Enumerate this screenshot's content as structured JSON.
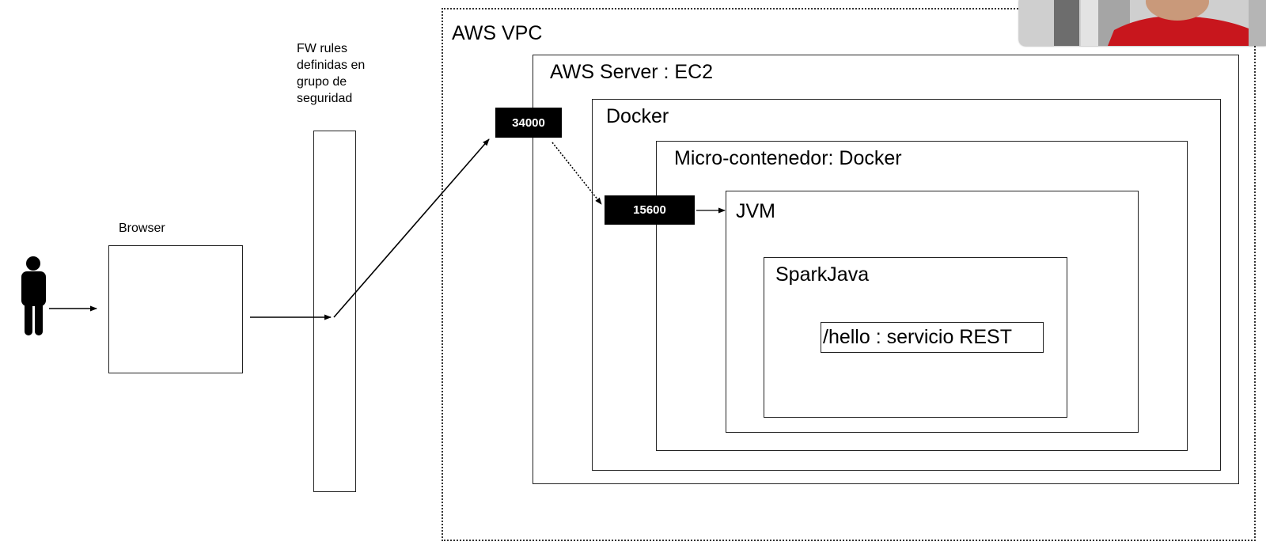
{
  "diagram": {
    "vpc_label": "AWS VPC",
    "ec2_label": "AWS Server : EC2",
    "docker_label": "Docker",
    "micro_label": "Micro-contenedor: Docker",
    "jvm_label": "JVM",
    "spark_label": "SparkJava",
    "service_label": "/hello : servicio REST",
    "browser_label": "Browser",
    "fw_label_lines": [
      "FW rules",
      "definidas en",
      "grupo de",
      "seguridad"
    ],
    "outer_port": "34000",
    "inner_port": "15600"
  },
  "colors": {
    "port_bg": "#000000",
    "port_text": "#ffffff",
    "line": "#000000",
    "webcam_shirt": "#c8161d"
  },
  "icons": {
    "user": "person-icon",
    "webcam": "webcam-thumbnail"
  }
}
